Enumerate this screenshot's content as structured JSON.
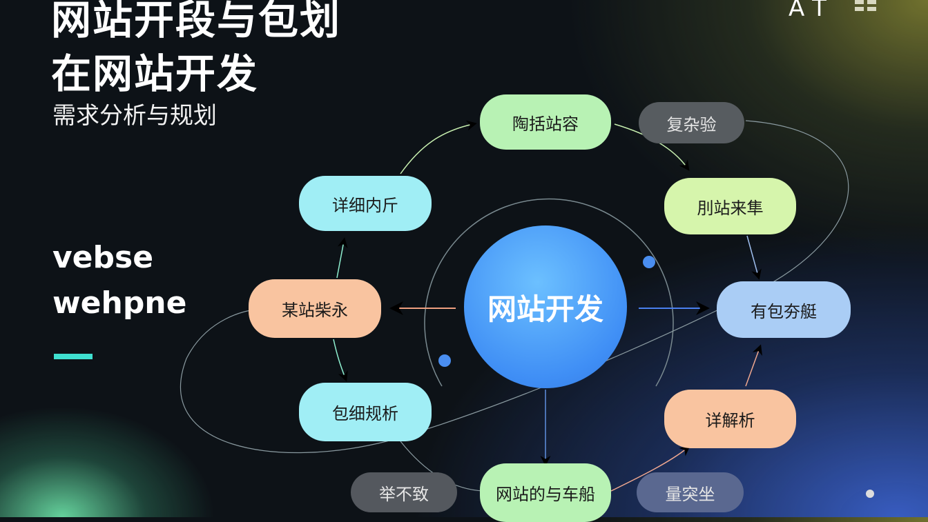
{
  "header": {
    "title_line1": "网站开段与包划",
    "title_line2": "在网站开发",
    "subtitle": "需求分析与规划",
    "corner_text": "A T",
    "corner_icon": "grid-icon"
  },
  "side": {
    "word1": "vebse",
    "word2": "wehpne",
    "accent": "#3fe0d0"
  },
  "diagram": {
    "center": "网站开发",
    "nodes": {
      "top": "陶括站容",
      "top_right_tag": "复杂验",
      "upper_left": "详细内斤",
      "upper_right": "刖站来隼",
      "left": "某站柴永",
      "right": "有包夯艇",
      "lower_left": "包细规析",
      "lower_right": "详解析",
      "bottom": "网站的与车船",
      "bottom_left_tag": "举不致",
      "bottom_right_tag": "量突坐"
    }
  }
}
